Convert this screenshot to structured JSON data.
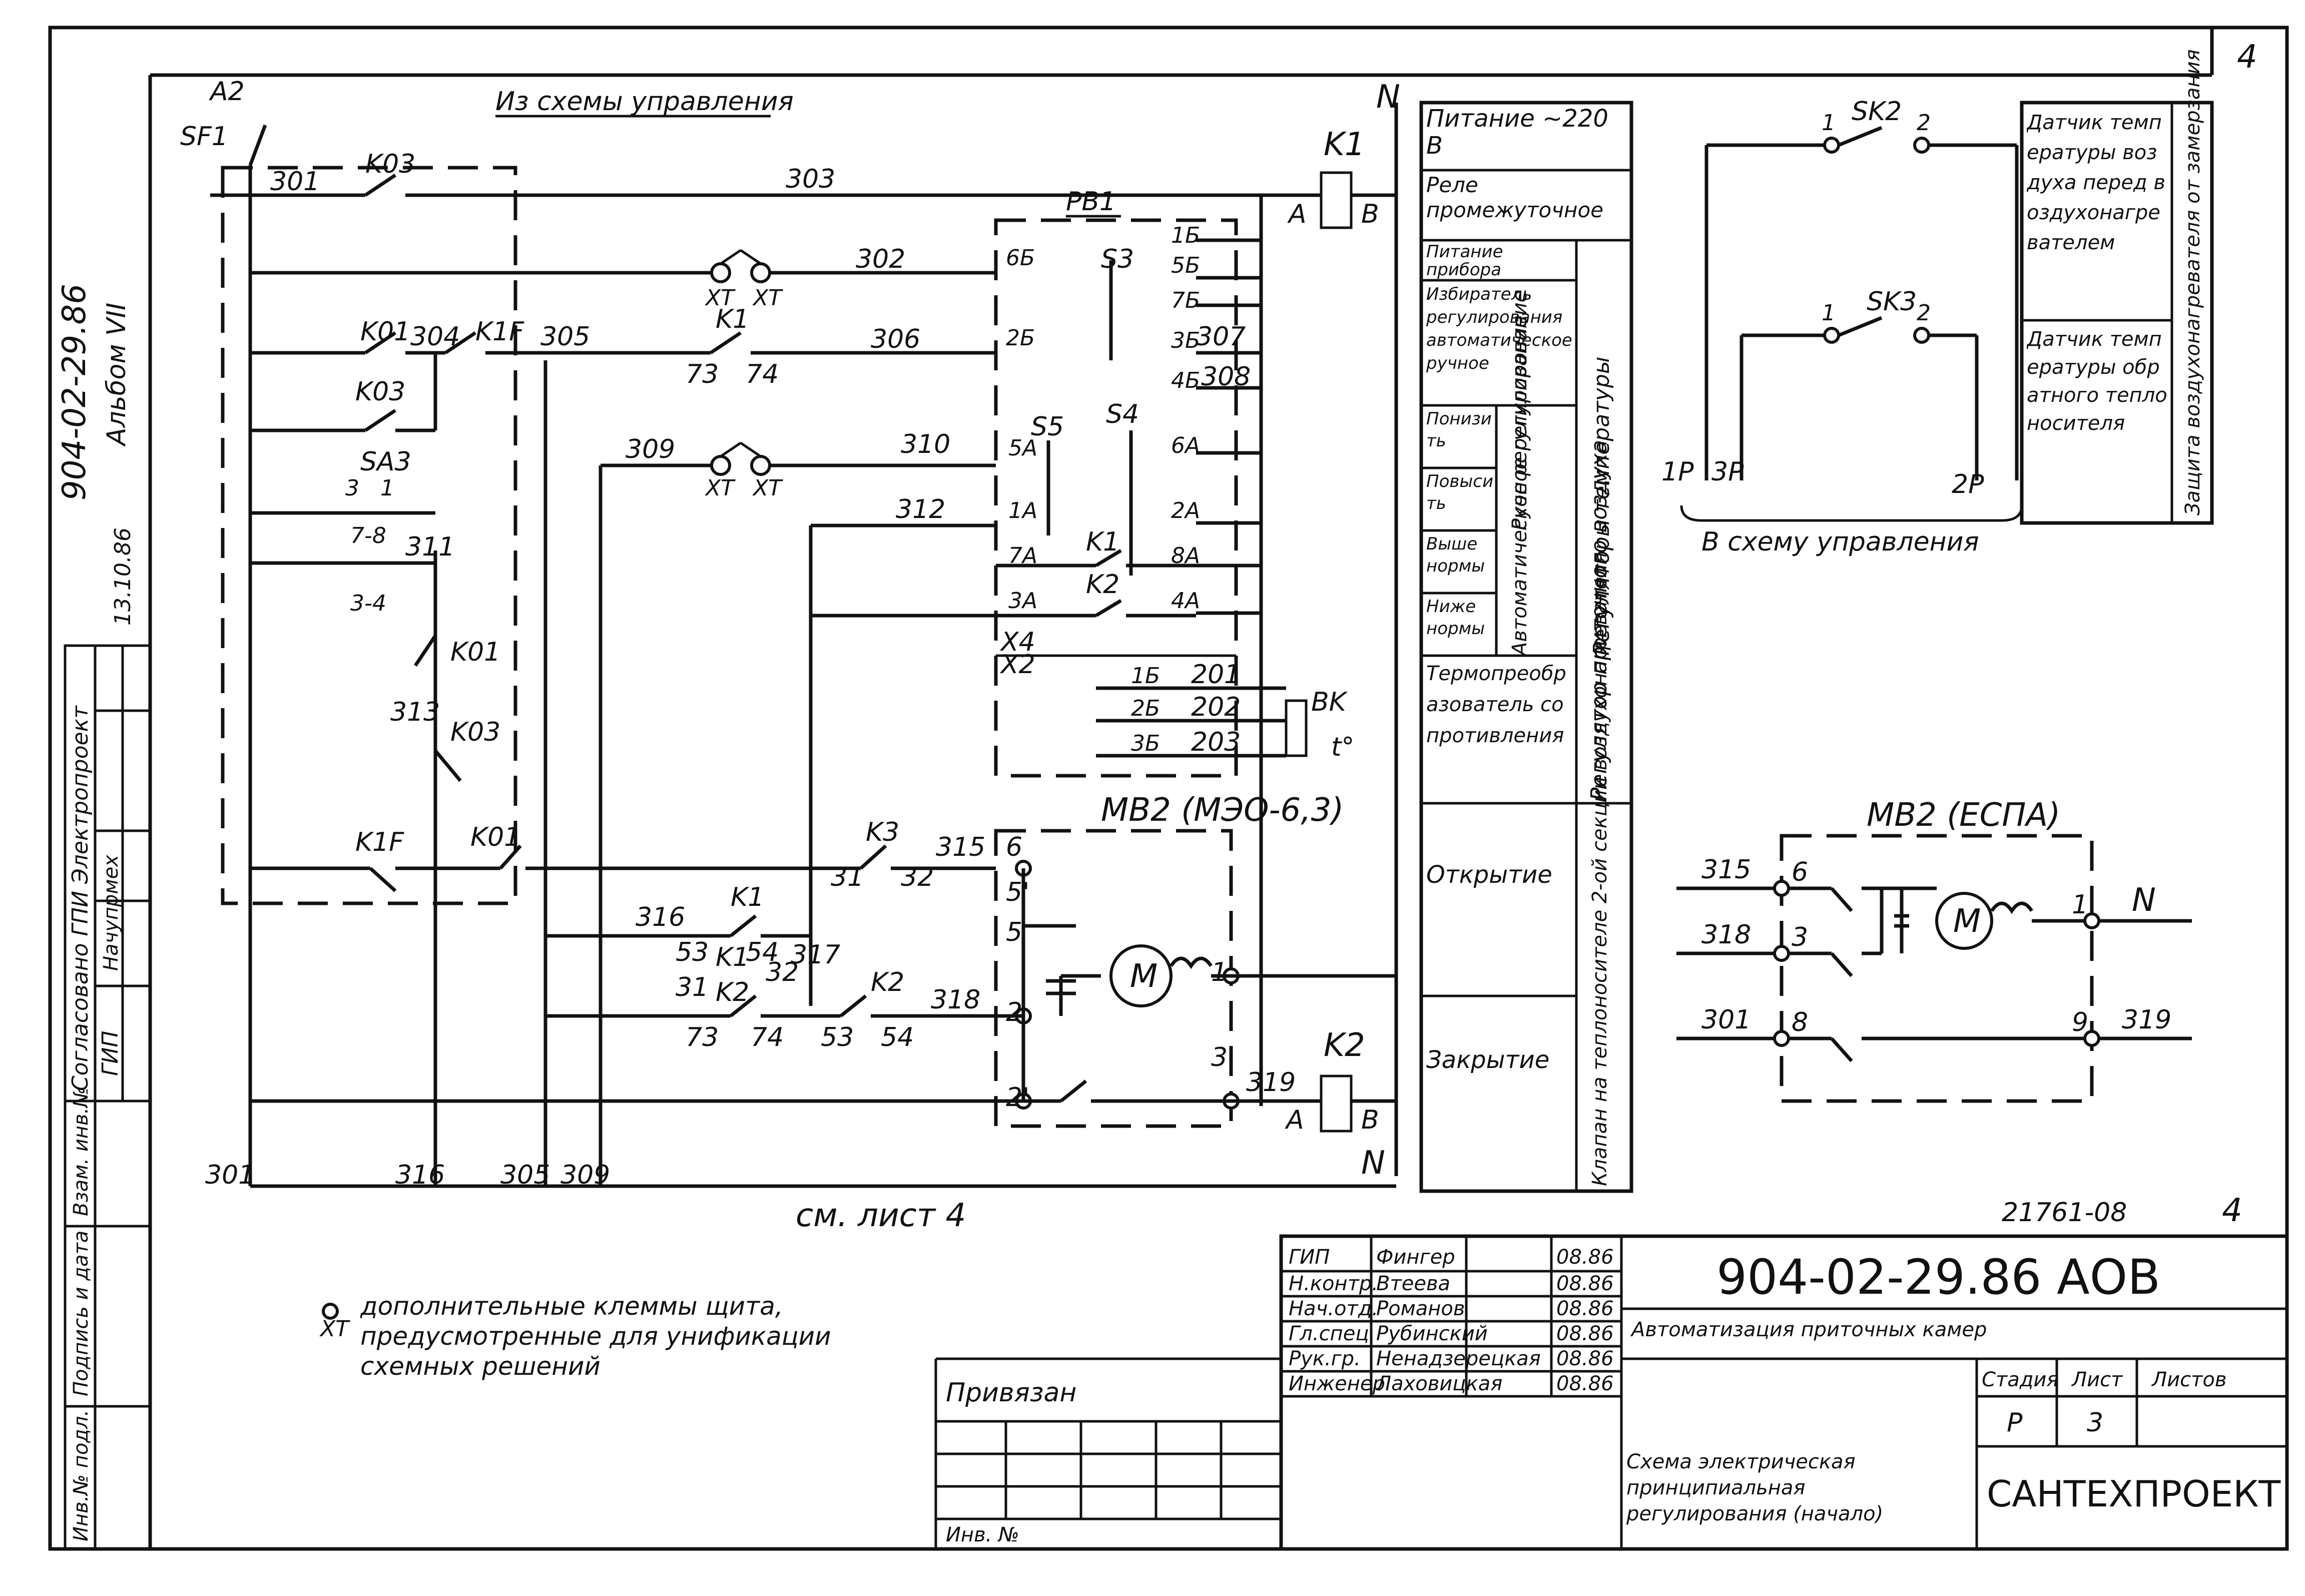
{
  "sheet_number_corner": "4",
  "vertical_code": "904-02-29.86",
  "vertical_album": "Альбом VII",
  "vertical_sig": "13.10.86",
  "left_strip": {
    "agreed": "Согласовано ГПИ Электропроект",
    "gip": "ГИП",
    "role2": "Начупрмех",
    "inv_podl": "Инв.№ подл.",
    "podp_data": "Подпись и дата",
    "vzam": "Взам. инв.№"
  },
  "top_note": "Из схемы управления",
  "bottom_note": "см. лист 4",
  "wires": {
    "w301": "301",
    "w303": "303",
    "w302": "302",
    "w304": "304",
    "w305": "305",
    "w306": "306",
    "w307": "307",
    "w308": "308",
    "w309": "309",
    "w310": "310",
    "w311": "311",
    "w312": "312",
    "w313": "313",
    "w315": "315",
    "w316": "316",
    "w317": "317",
    "w318": "318",
    "w319": "319",
    "w201": "201",
    "w202": "202",
    "w203": "203"
  },
  "devices": {
    "a2": "A2",
    "sf1": "SF1",
    "k1": "K1",
    "k2": "K2",
    "k3": "K3",
    "k01": "K01",
    "k03": "K03",
    "k1f": "K1F",
    "sa3": "SA3",
    "pb1": "PB1",
    "s3": "S3",
    "s4": "S4",
    "s5": "S5",
    "bk": "BK",
    "t0": "t°",
    "x4": "X4",
    "x2": "X2",
    "xt": "XT",
    "m": "M",
    "mb2_a": "MB2 (МЭО-6,3)",
    "mb2_b": "MB2 (ЕСПА)",
    "n": "N",
    "a": "A",
    "b": "B",
    "sk2": "SK2",
    "sk3": "SK3",
    "p1": "1P",
    "p3": "3P",
    "p2": "2P"
  },
  "terminals": [
    "1Б",
    "5Б",
    "6Б",
    "7Б",
    "2Б",
    "3Б",
    "4Б",
    "6A",
    "5A",
    "1A",
    "2A",
    "7A",
    "8A",
    "3A",
    "4A"
  ],
  "legend_table": [
    {
      "row": "Питание ~220 В"
    },
    {
      "row": "Реле промежуточное"
    },
    {
      "row": "Питание прибора"
    },
    {
      "row": "Избиратель регулирования автоматическое-ручное"
    },
    {
      "row": "Понизить"
    },
    {
      "row": "Повысить"
    },
    {
      "row": "Выше нормы"
    },
    {
      "row": "Ниже нормы"
    },
    {
      "row": "Термопреобразователь сопротивления"
    },
    {
      "row": "Открытие"
    },
    {
      "row": "Закрытие"
    }
  ],
  "legend_side": {
    "ruchnoe": "Ручное регулирование",
    "avto": "Автоматическое регулирование",
    "reg_temp": "Регуляторы температуры",
    "reg_priv": "Регулятор приточного воздуха",
    "klapan": "Клапан на теплоносителе 2-ой секции воздухонагревателя"
  },
  "sensor_table": {
    "s1": "Датчик температуры воздуха перед воздухонагревателем",
    "s2": "Датчик температуры обратного теплоносителя",
    "side": "Защита воздухонагревателя от замерзания",
    "to_control": "В схему управления"
  },
  "footnote": "дополнительные клеммы щита, предусмотренные для унификации схемных решений",
  "title_block": {
    "doc_id": "21761-08",
    "doc_sheet": "4",
    "code": "904-02-29.86",
    "mark": "АОВ",
    "project": "Автоматизация приточных камер",
    "privyazan": "Привязан",
    "inv_no": "Инв. №",
    "stage_h": "Стадия",
    "list_h": "Лист",
    "listov_h": "Листов",
    "stage": "Р",
    "list": "3",
    "title": "Схема электрическая принципиальная регулирования (начало)",
    "org": "САНТЕХПРОЕКТ",
    "people": [
      {
        "role": "ГИП",
        "name": "Фингер",
        "date": "08.86"
      },
      {
        "role": "Н.контр.",
        "name": "Втеева",
        "date": "08.86"
      },
      {
        "role": "Нач.отд.",
        "name": "Романов",
        "date": "08.86"
      },
      {
        "role": "Гл.спец.",
        "name": "Рубинский",
        "date": "08.86"
      },
      {
        "role": "Рук.гр.",
        "name": "Ненадзерецкая",
        "date": "08.86"
      },
      {
        "role": "Инженер",
        "name": "Лаховицкая",
        "date": "08.86"
      }
    ]
  }
}
